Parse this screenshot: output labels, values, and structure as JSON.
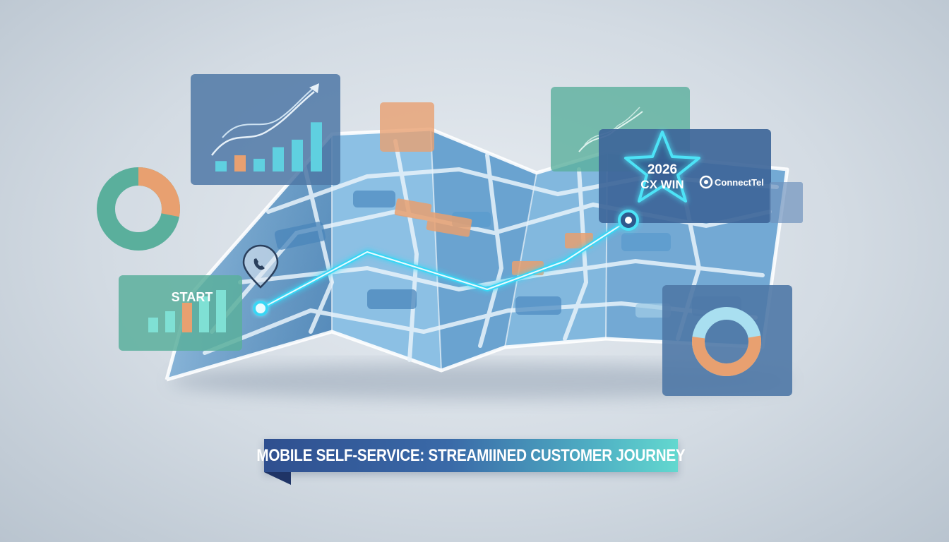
{
  "labels": {
    "start": "START",
    "award_year": "2026",
    "award_text": "CX WIN",
    "brand": "ConnectTel",
    "banner": "MOBILE SELF-SERVICE: STREAMIINED CUSTOMER JOURNEY"
  },
  "icons": {
    "start_pin": "phone-pin-icon",
    "award": "star-icon",
    "brand_logo": "connecttel-logo-icon"
  },
  "colors": {
    "route": "#38d6f5",
    "teal": "#5aaf9c",
    "orange": "#e8a070",
    "blue_panel": "#4f78a6",
    "banner_start": "#2f4f8f",
    "banner_end": "#63d8cf"
  },
  "decorative_charts": {
    "top_left_bars": [
      0.18,
      0.28,
      0.22,
      0.42,
      0.55,
      0.85
    ],
    "start_panel_bars": [
      0.35,
      0.5,
      0.7,
      0.85,
      1.0
    ],
    "left_donut": {
      "teal": 0.72,
      "orange": 0.28
    },
    "right_donut": {
      "light_blue": 0.45,
      "orange": 0.55
    }
  }
}
